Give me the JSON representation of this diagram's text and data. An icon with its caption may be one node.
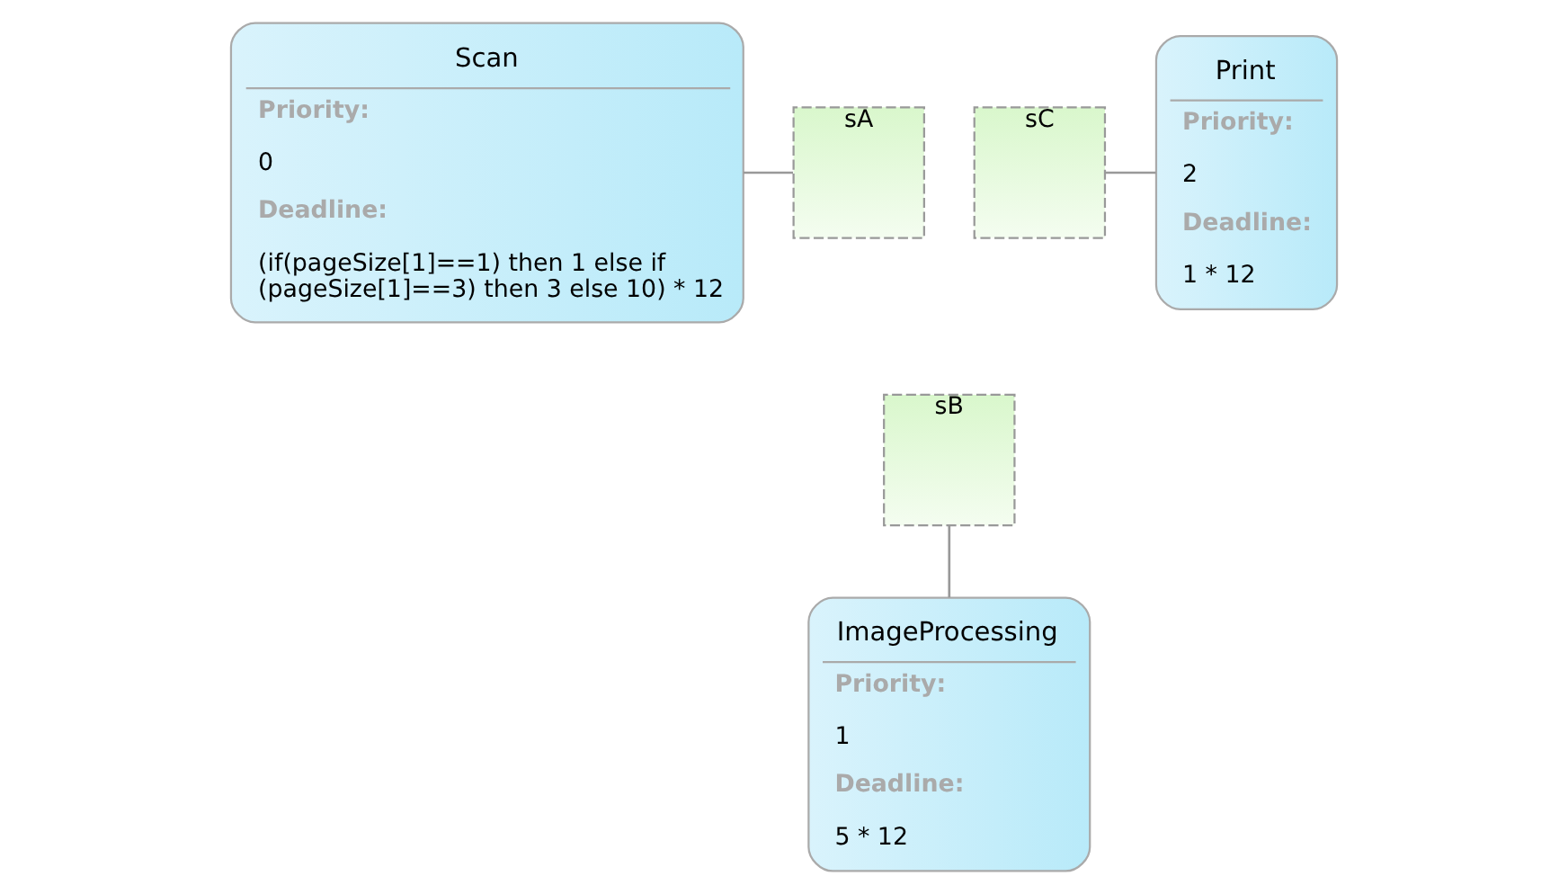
{
  "diagram": {
    "nodes": [
      {
        "text": [
          "Scan",
          "Priority:",
          "0",
          "Deadline:",
          "(if(pageSize[1]==1) then 1 else if (pageSize[1]==3) then 3 else 10) * 12"
        ]
      },
      {
        "text": [
          "sA"
        ]
      },
      {
        "text": [
          "sC"
        ]
      },
      {
        "text": [
          "Print",
          "Priority:",
          "2",
          "Deadline:",
          "1 * 12"
        ]
      },
      {
        "text": [
          "sB"
        ]
      },
      {
        "text": [
          "ImageProcessing",
          "Priority:",
          "1",
          "Deadline:",
          "5 * 12"
        ]
      }
    ],
    "edges": [
      {
        "from": 0,
        "to": 1,
        "arrow": "none"
      },
      {
        "from": 2,
        "to": 3,
        "arrow": "none"
      },
      {
        "from": 4,
        "to": 5,
        "arrow": "none"
      }
    ]
  }
}
